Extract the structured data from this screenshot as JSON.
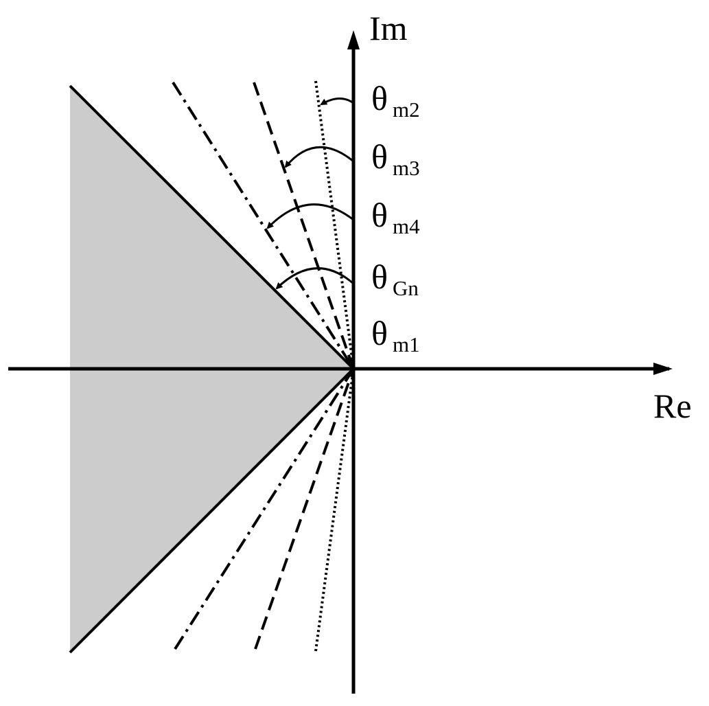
{
  "axes": {
    "x_label": "Re",
    "y_label": "Im"
  },
  "angles": [
    {
      "symbol": "θ",
      "subscript": "m2"
    },
    {
      "symbol": "θ",
      "subscript": "m3"
    },
    {
      "symbol": "θ",
      "subscript": "m4"
    },
    {
      "symbol": "θ",
      "subscript": "Gn"
    },
    {
      "symbol": "θ",
      "subscript": "m1"
    }
  ],
  "colors": {
    "stroke": "#000000",
    "stable_region_fill": "#cccccc",
    "background": "#ffffff"
  }
}
